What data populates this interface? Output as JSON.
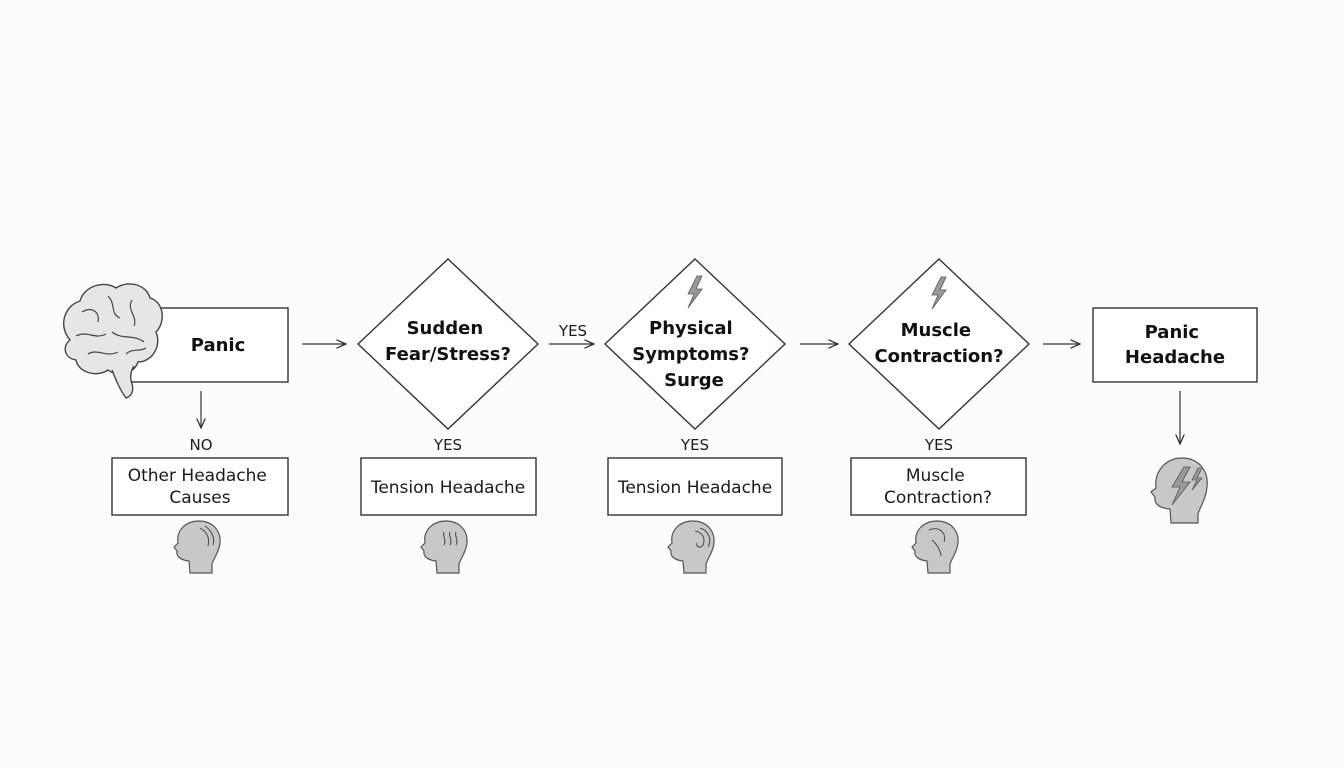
{
  "nodes": {
    "start": {
      "lines": [
        "Panic"
      ]
    },
    "decision1": {
      "lines": [
        "Sudden",
        "Fear/Stress?"
      ]
    },
    "decision2": {
      "lines": [
        "Physical",
        "Symptoms?",
        "Surge"
      ]
    },
    "decision3": {
      "lines": [
        "Muscle",
        "Contraction?"
      ]
    },
    "end": {
      "lines": [
        "Panic",
        "Headache"
      ]
    }
  },
  "outcomes": {
    "o1": {
      "lines": [
        "Other Headache",
        "Causes"
      ]
    },
    "o2": {
      "lines": [
        "Tension Headache"
      ]
    },
    "o3": {
      "lines": [
        "Tension Headache"
      ]
    },
    "o4": {
      "lines": [
        "Muscle",
        "Contraction?"
      ]
    }
  },
  "edge_labels": {
    "start_down": "NO",
    "d1_to_d2": "YES",
    "d1_down": "YES",
    "d2_down": "YES",
    "d3_down": "YES"
  },
  "icons": {
    "start": "brain-icon",
    "o1": "head-icon",
    "o2": "head-icon",
    "o3": "head-icon",
    "o4": "head-icon",
    "end": "head-lightning-icon",
    "d2": "lightning-icon",
    "d3": "lightning-icon"
  }
}
